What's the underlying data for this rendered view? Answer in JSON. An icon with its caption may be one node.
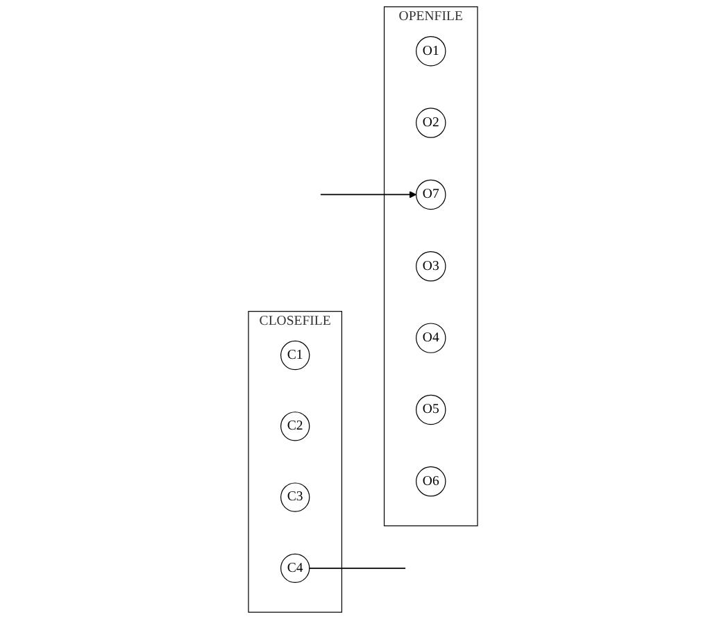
{
  "diagram": {
    "nodes": [
      {
        "text": [
          "OPENFILE"
        ]
      },
      {
        "text": [
          "O1"
        ],
        "in": 0
      },
      {
        "text": [
          "O2"
        ],
        "in": 0
      },
      {
        "text": [
          "O7"
        ],
        "in": 0
      },
      {
        "text": [
          "O3"
        ],
        "in": 0
      },
      {
        "text": [
          "O4"
        ],
        "in": 0
      },
      {
        "text": [
          "O5"
        ],
        "in": 0
      },
      {
        "text": [
          "O6"
        ],
        "in": 0
      },
      {
        "text": [
          "CLOSEFILE"
        ]
      },
      {
        "text": [
          "C1"
        ],
        "in": 8
      },
      {
        "text": [
          "C2"
        ],
        "in": 8
      },
      {
        "text": [
          "C3"
        ],
        "in": 8
      },
      {
        "text": [
          "C4"
        ],
        "in": 8
      }
    ],
    "edges": [
      {
        "from": null,
        "to": 3,
        "arrow": "to"
      },
      {
        "from": 12,
        "to": null,
        "arrow": "none"
      }
    ]
  }
}
